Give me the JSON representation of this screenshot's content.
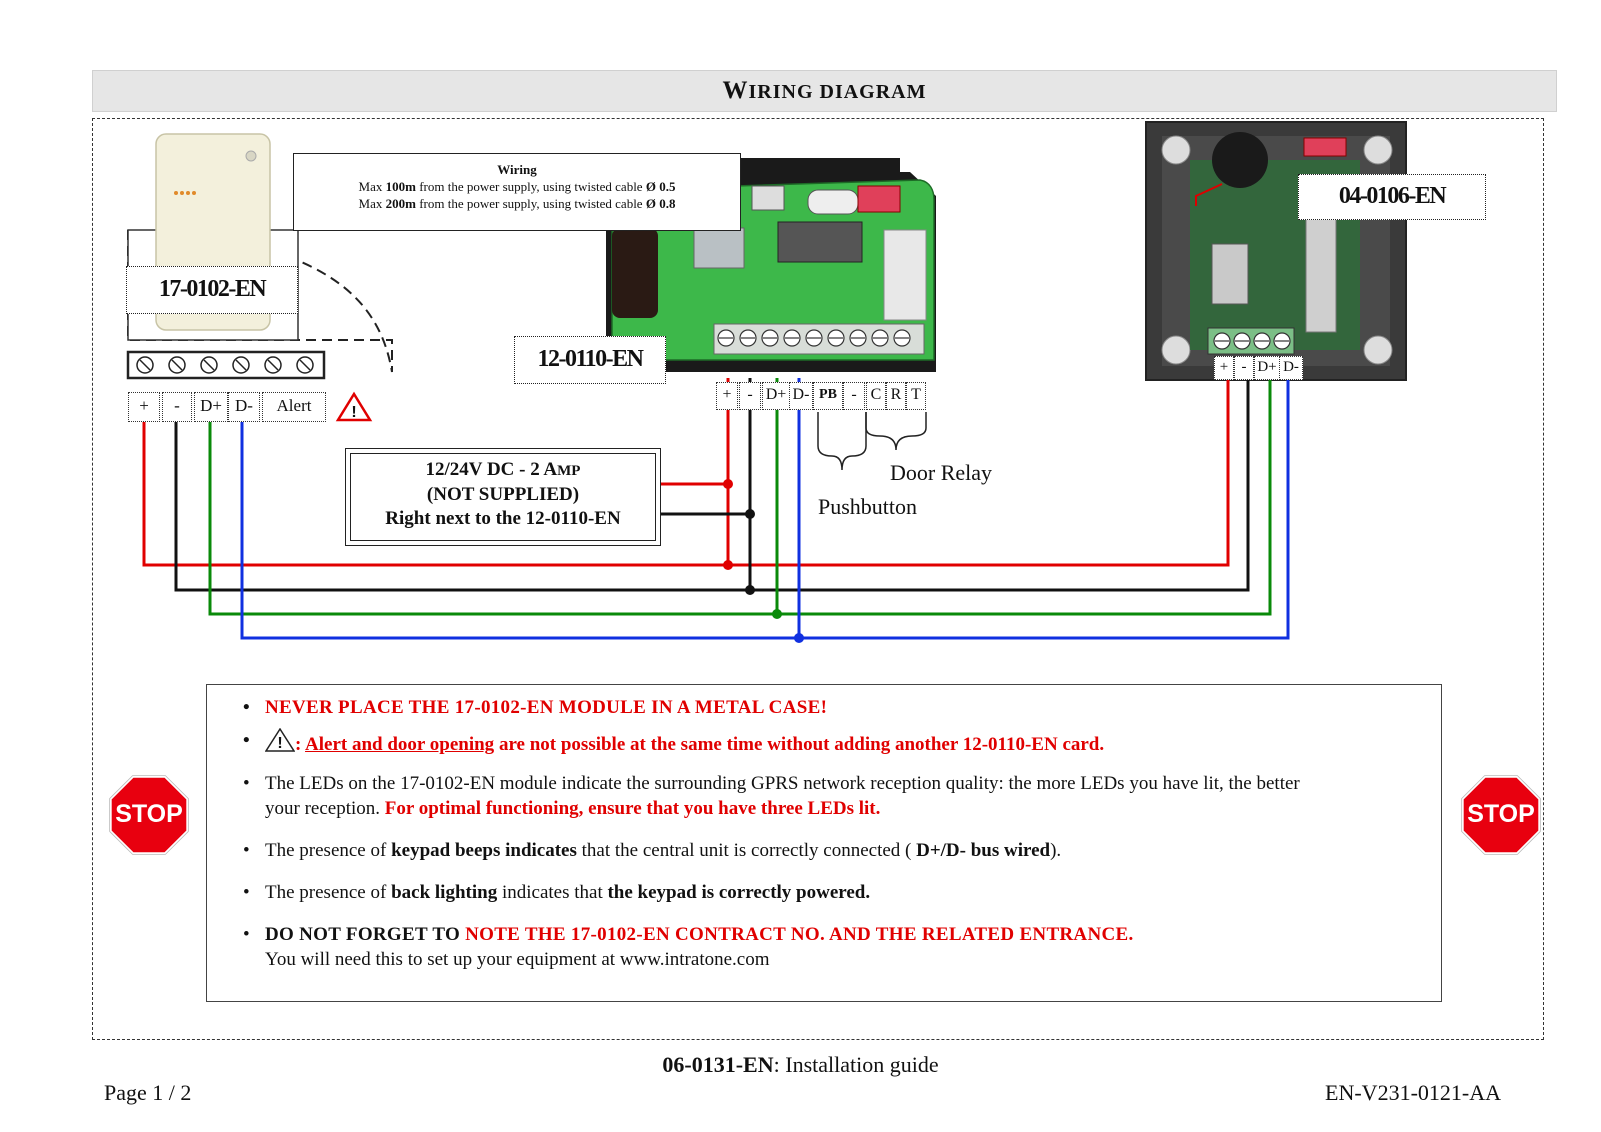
{
  "title": {
    "first": "W",
    "rest": "IRING DIAGRAM"
  },
  "devices": {
    "gsm_module": "17-0102-EN",
    "central_unit": "12-0110-EN",
    "keypad": "04-0106-EN"
  },
  "wiring_note": {
    "title": "Wiring",
    "line1": {
      "pre": "Max ",
      "dist": "100m",
      "mid": " from the power supply, using  twisted cable ",
      "diam": "Ø 0.5"
    },
    "line2": {
      "pre": "Max ",
      "dist": "200m",
      "mid": " from the power supply, using  twisted cable ",
      "diam": "Ø 0.8"
    }
  },
  "module_terminals": [
    "+",
    "-",
    "D+",
    "D-",
    "Alert"
  ],
  "central_terminals": [
    "+",
    "-",
    "D+",
    "D-",
    "PB",
    "-",
    "C",
    "R",
    "T"
  ],
  "keypad_terminals": [
    "+",
    "-",
    "D+",
    "D-"
  ],
  "annotations": {
    "door_relay": "Door Relay",
    "pushbutton": "Pushbutton"
  },
  "psu": {
    "line1_main": "12/24V DC - 2 A",
    "line1_small": "MP",
    "line2": "(NOT SUPPLIED)",
    "line3": "Right next to the 12-0110-EN"
  },
  "notes": {
    "n1": "NEVER PLACE THE 17-0102-EN MODULE IN A METAL CASE!",
    "n2_colon": ": ",
    "n2_underlined": "Alert and door opening",
    "n2_rest": " are not possible at the same time without adding another 12-0110-EN card.",
    "n3_a": "The LEDs on the 17-0102-EN module indicate the surrounding GPRS network reception quality: the more LEDs you have lit, the better",
    "n3_b": " your reception. ",
    "n3_red": "For optimal functioning, ensure that you have three LEDs lit.",
    "n4_a": "The presence of ",
    "n4_b": "keypad beeps indicates",
    "n4_c": " that the central unit is correctly connected ( ",
    "n4_d": "D+/D- bus wired",
    "n4_e": ").",
    "n5_a": "The presence of ",
    "n5_b": "back lighting",
    "n5_c": " indicates that ",
    "n5_d": "the keypad is correctly powered.",
    "n6_a": "DO NOT FORGET TO ",
    "n6_red": "NOTE THE 17-0102-EN CONTRACT NO. AND THE RELATED ENTRANCE.",
    "n6_b": "You will need this to set up your equipment at www.intratone.com"
  },
  "stop_sign": "STOP",
  "warning_glyph": "!",
  "footer": {
    "doc_code": "06-0131-EN",
    "doc_desc": ": Installation guide",
    "page": "Page 1 / 2",
    "ref": "EN-V231-0121-AA"
  },
  "colors": {
    "plus": "#e00000",
    "minus": "#111111",
    "dplus": "#0a8a0a",
    "dminus": "#1030e0",
    "warning_red": "#e00000"
  }
}
